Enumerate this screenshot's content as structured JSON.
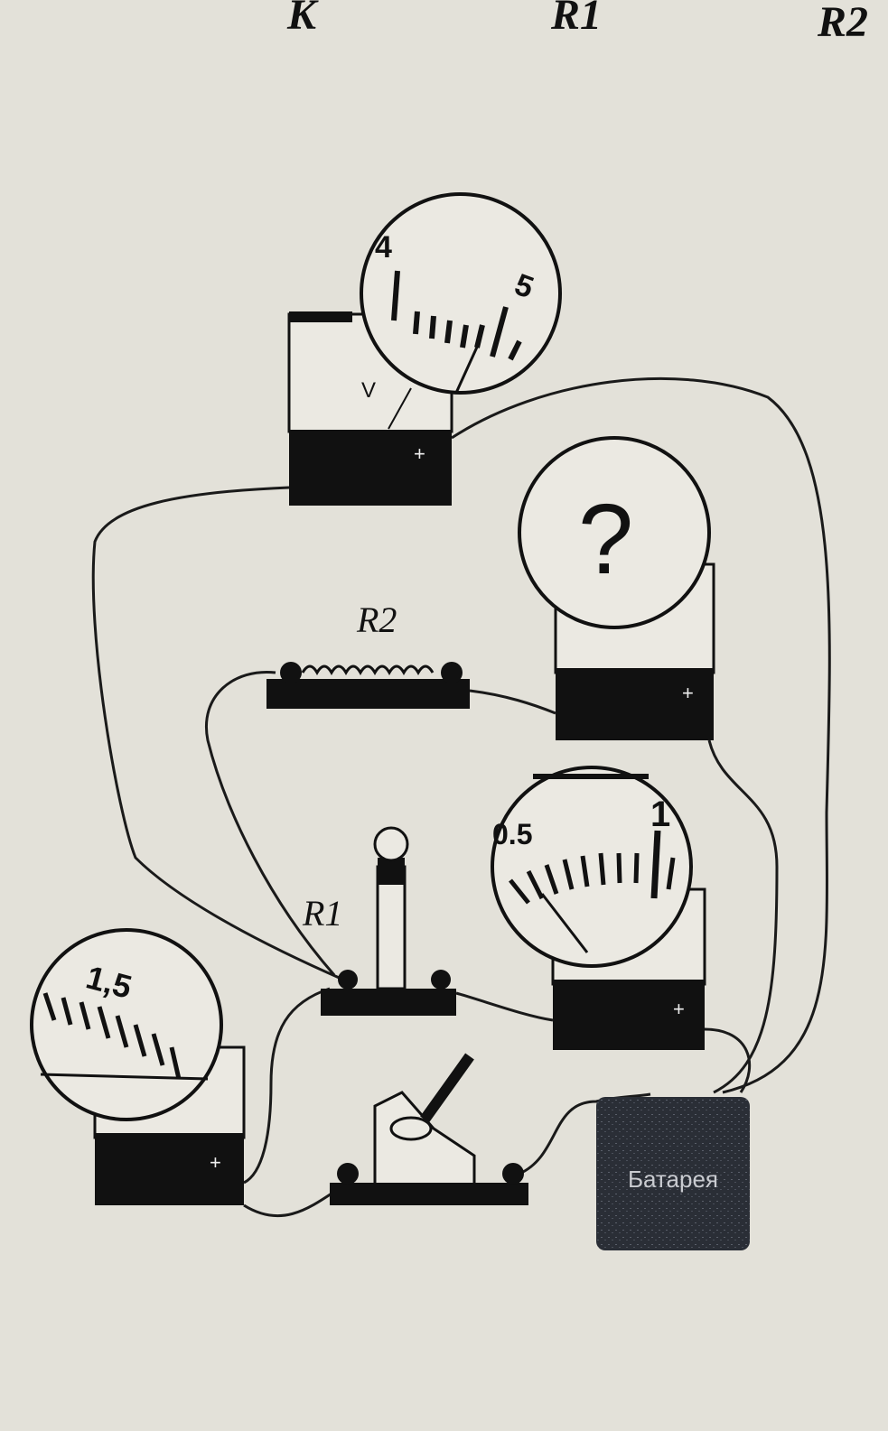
{
  "header": {
    "labels": [
      "K",
      "R1",
      "R2"
    ]
  },
  "voltmeter": {
    "scale_left": "4",
    "scale_right": "5",
    "unit": "V",
    "plus": "+"
  },
  "ammeter_unknown": {
    "reading": "?",
    "plus": "+"
  },
  "resistor_r2": {
    "label": "R2"
  },
  "lamp_r1": {
    "label": "R1"
  },
  "ammeter_right": {
    "scale_left": "0.5",
    "scale_right": "1",
    "plus": "+"
  },
  "ammeter_left": {
    "scale_value": "1,5",
    "plus": "+"
  },
  "battery": {
    "label": "Батарея"
  },
  "colors": {
    "background": "#e3e1d9",
    "ink": "#1a1a1a",
    "battery": "#2a2e36"
  }
}
